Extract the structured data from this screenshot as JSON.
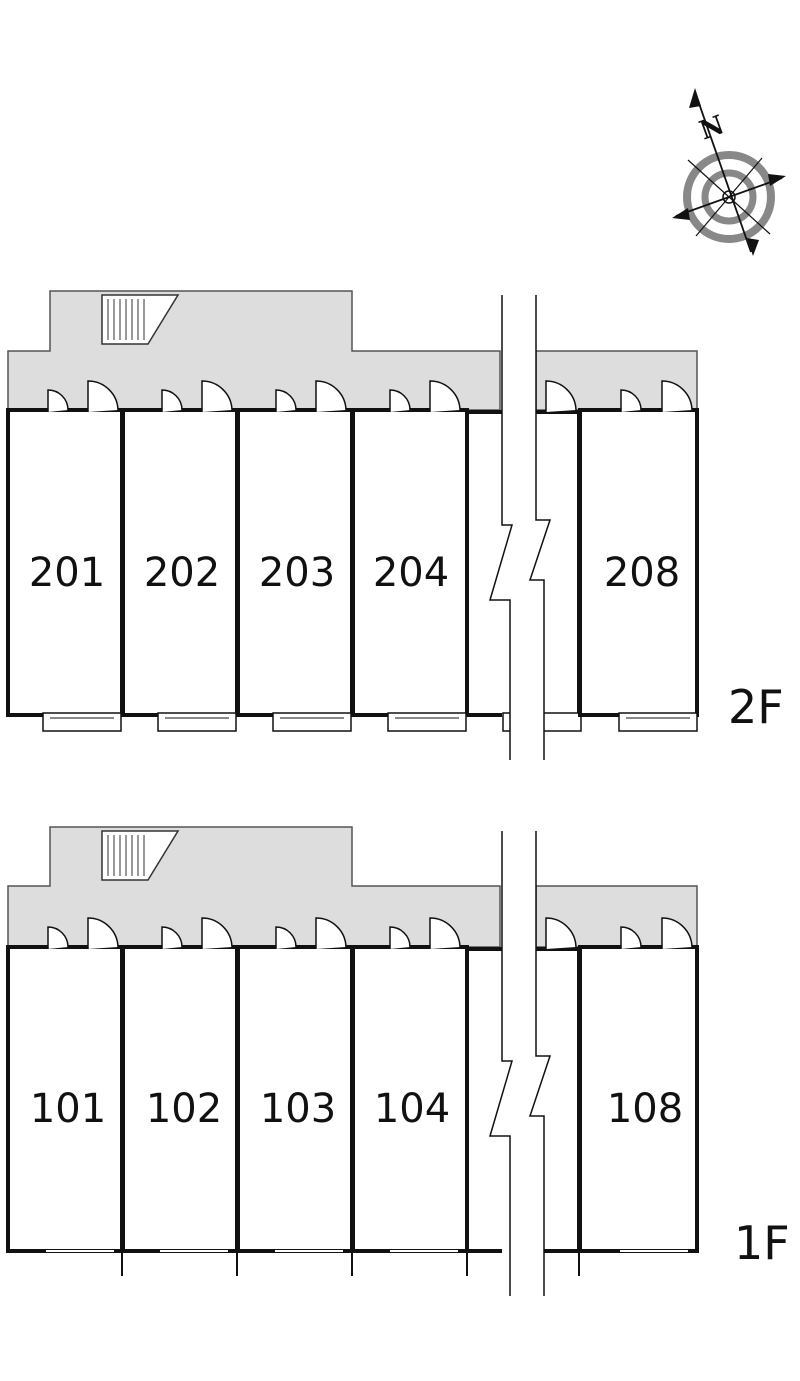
{
  "compass": {
    "label": "N",
    "icon": "compass-rose-icon"
  },
  "colors": {
    "corridor": "#dddddd",
    "wall": "#111111",
    "compass_ring": "#888888"
  },
  "floors": [
    {
      "label": "2F",
      "has_balconies": true,
      "rooms": [
        "201",
        "202",
        "203",
        "204",
        "208"
      ]
    },
    {
      "label": "1F",
      "has_balconies": false,
      "rooms": [
        "101",
        "102",
        "103",
        "104",
        "108"
      ]
    }
  ]
}
